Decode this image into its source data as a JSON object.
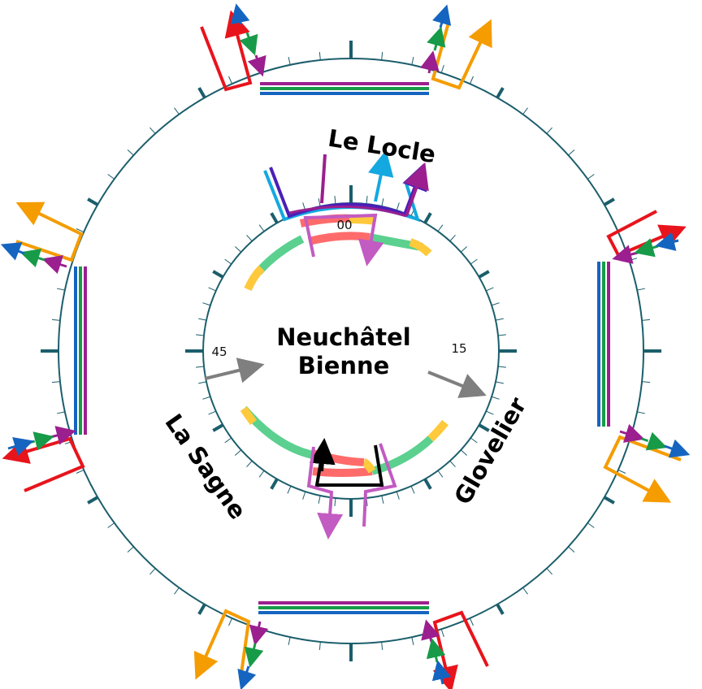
{
  "diagram": {
    "center_title_line1": "Neuchâtel",
    "center_title_line2": "Bienne",
    "destinations": {
      "top": "Le Locle",
      "right": "Glovelier",
      "left": "La Sagne"
    },
    "minute_labels": {
      "top": "00",
      "right": "15",
      "left": "45"
    },
    "colors": {
      "ring": "#1b5e6b",
      "red": "#e8141c",
      "orange": "#f59c00",
      "purple": "#9b1f8f",
      "green": "#179b48",
      "blue": "#1565c0",
      "light_blue": "#14a8e0",
      "indigo": "#4a1fb8",
      "salmon": "#ff6b6b",
      "light_green": "#5bd08f",
      "yellow": "#ffc93c",
      "orchid": "#c25bc2",
      "gray": "#7f7f7f"
    }
  }
}
